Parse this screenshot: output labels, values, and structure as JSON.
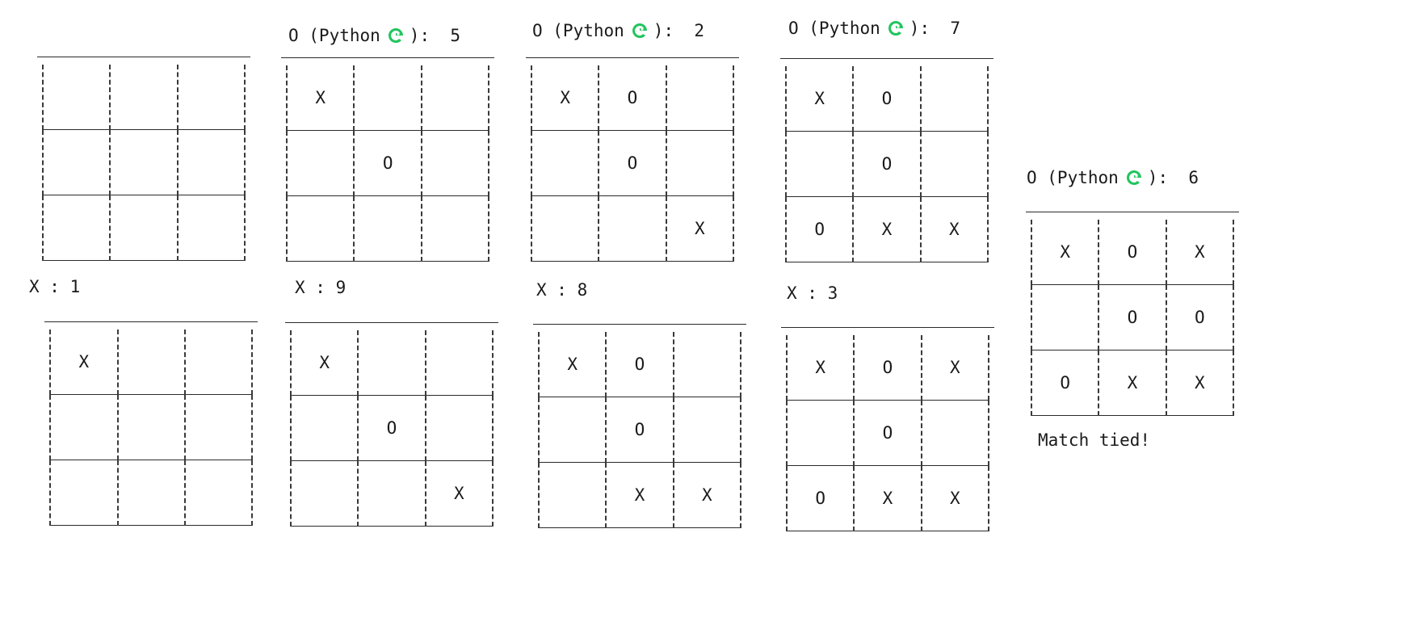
{
  "colors": {
    "python_icon": "#22c55e",
    "grid": "#2a2a2a"
  },
  "python_icon_name": "python-snake-icon",
  "boards": [
    {
      "id": "b0",
      "label": null,
      "cells": [
        [
          "",
          "",
          ""
        ],
        [
          "",
          "",
          ""
        ],
        [
          "",
          "",
          ""
        ]
      ]
    },
    {
      "id": "b1",
      "label": {
        "player": "O",
        "text_before": "O (Python",
        "text_after": "):  5",
        "move": "5"
      },
      "cells": [
        [
          "X",
          "",
          ""
        ],
        [
          "",
          "O",
          ""
        ],
        [
          "",
          "",
          ""
        ]
      ]
    },
    {
      "id": "b2",
      "label": {
        "player": "O",
        "text_before": "O (Python",
        "text_after": "):  2",
        "move": "2"
      },
      "cells": [
        [
          "X",
          "O",
          ""
        ],
        [
          "",
          "O",
          ""
        ],
        [
          "",
          "",
          "X"
        ]
      ]
    },
    {
      "id": "b3",
      "label": {
        "player": "O",
        "text_before": "O (Python",
        "text_after": "):  7",
        "move": "7"
      },
      "cells": [
        [
          "X",
          "O",
          ""
        ],
        [
          "",
          "O",
          ""
        ],
        [
          "O",
          "X",
          "X"
        ]
      ]
    },
    {
      "id": "b4",
      "label": {
        "player": "O",
        "text_before": "O (Python",
        "text_after": "):  6",
        "move": "6"
      },
      "cells": [
        [
          "X",
          "O",
          "X"
        ],
        [
          "",
          "O",
          "O"
        ],
        [
          "O",
          "X",
          "X"
        ]
      ]
    },
    {
      "id": "b5",
      "label": {
        "player": "X",
        "text": "X : 1",
        "move": "1"
      },
      "cells": [
        [
          "X",
          "",
          ""
        ],
        [
          "",
          "",
          ""
        ],
        [
          "",
          "",
          ""
        ]
      ]
    },
    {
      "id": "b6",
      "label": {
        "player": "X",
        "text": "X : 9",
        "move": "9"
      },
      "cells": [
        [
          "X",
          "",
          ""
        ],
        [
          "",
          "O",
          ""
        ],
        [
          "",
          "",
          "X"
        ]
      ]
    },
    {
      "id": "b7",
      "label": {
        "player": "X",
        "text": "X : 8",
        "move": "8"
      },
      "cells": [
        [
          "X",
          "O",
          ""
        ],
        [
          "",
          "O",
          ""
        ],
        [
          "",
          "X",
          "X"
        ]
      ]
    },
    {
      "id": "b8",
      "label": {
        "player": "X",
        "text": "X : 3",
        "move": "3"
      },
      "cells": [
        [
          "X",
          "O",
          "X"
        ],
        [
          "",
          "O",
          ""
        ],
        [
          "O",
          "X",
          "X"
        ]
      ]
    }
  ],
  "result_text": "Match tied!"
}
